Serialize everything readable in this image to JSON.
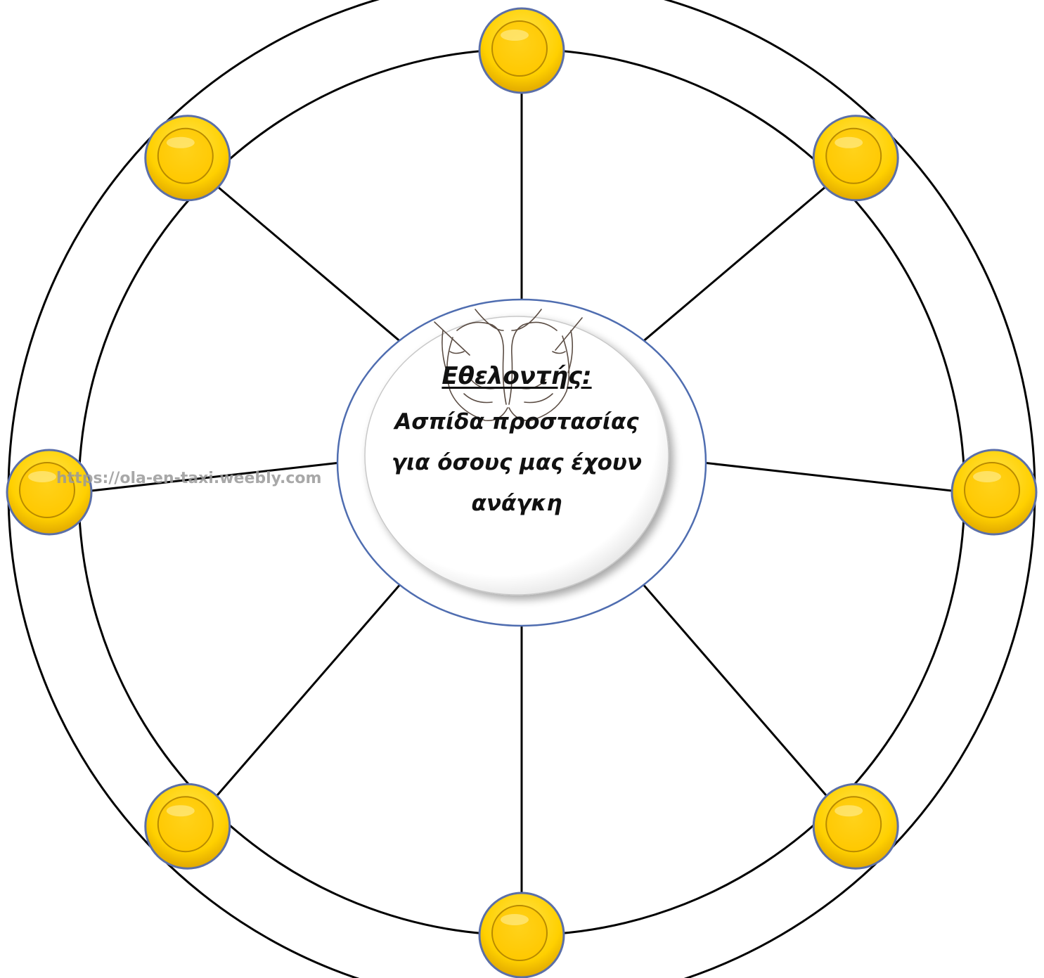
{
  "center": {
    "title": "Εθελοντής:",
    "body": "Ασπίδα προστασίας για όσους μας έχουν ανάγκη"
  },
  "watermark": {
    "text": "https://ola-en-taxi.weebly.com"
  },
  "colors": {
    "outline": "#000000",
    "button_fill": "#FFD000",
    "button_border": "#5B6FA8",
    "center_border": "#4F6DB0",
    "center_inner": "#FFFFFF"
  },
  "diagram": {
    "spoke_count": 8,
    "button_count": 8,
    "button_positions": [
      "top",
      "top-right",
      "right",
      "bottom-right",
      "bottom",
      "bottom-left",
      "left",
      "top-left"
    ],
    "center_icon": "cupped-hands-icon"
  }
}
